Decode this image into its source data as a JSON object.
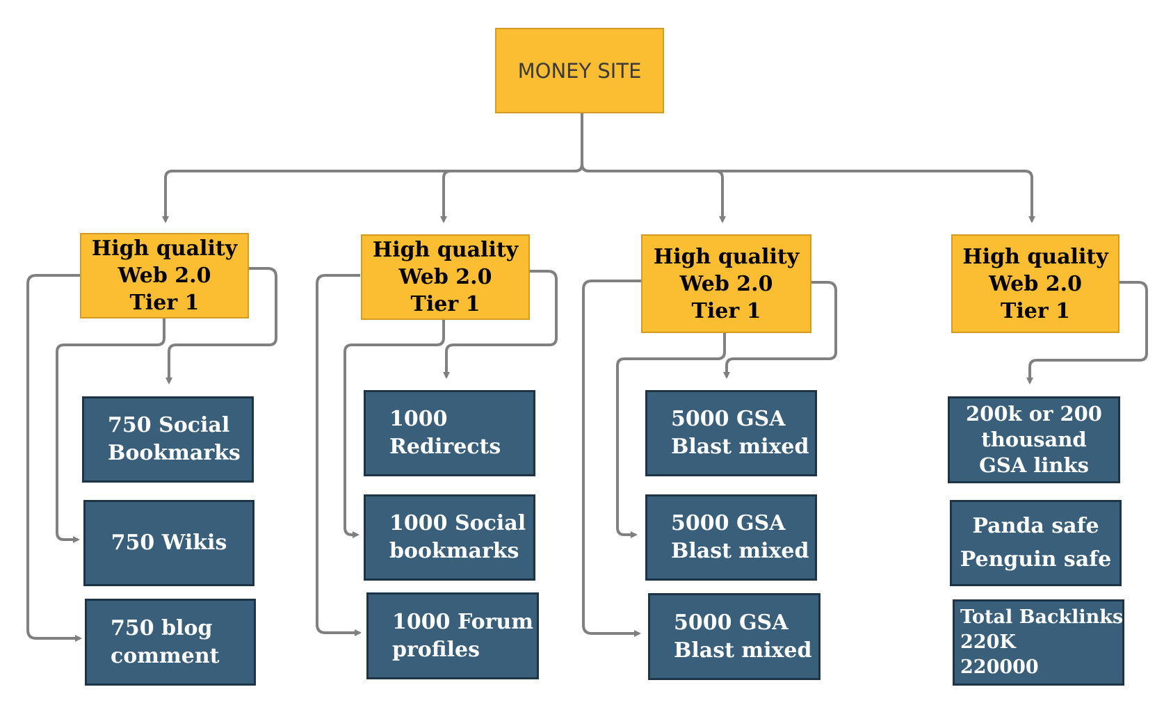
{
  "root": {
    "label": "MONEY SITE"
  },
  "columns": [
    {
      "tier": [
        "High quality",
        "Web 2.0",
        "Tier 1"
      ],
      "leaves": [
        [
          "750 Social",
          "Bookmarks"
        ],
        [
          "750 Wikis"
        ],
        [
          "750 blog",
          "comment"
        ]
      ]
    },
    {
      "tier": [
        "High quality",
        "Web 2.0",
        "Tier 1"
      ],
      "leaves": [
        [
          "1000",
          "Redirects"
        ],
        [
          "1000 Social",
          "bookmarks"
        ],
        [
          "1000 Forum",
          "profiles"
        ]
      ]
    },
    {
      "tier": [
        "High quality",
        "Web 2.0",
        "Tier 1"
      ],
      "leaves": [
        [
          "5000 GSA",
          "Blast mixed"
        ],
        [
          "5000 GSA",
          "Blast mixed"
        ],
        [
          "5000 GSA",
          "Blast mixed"
        ]
      ]
    },
    {
      "tier": [
        "High quality",
        "Web 2.0",
        "Tier 1"
      ],
      "leaves": [
        [
          "200k or 200",
          "thousand",
          "GSA links"
        ],
        [
          "Panda safe",
          "Penguin safe"
        ],
        [
          "Total Backlinks",
          "220K",
          "220000"
        ]
      ]
    }
  ],
  "colors": {
    "tier_fill": "#fbbd32",
    "leaf_fill": "#3a5f7a",
    "connector": "#808080"
  }
}
